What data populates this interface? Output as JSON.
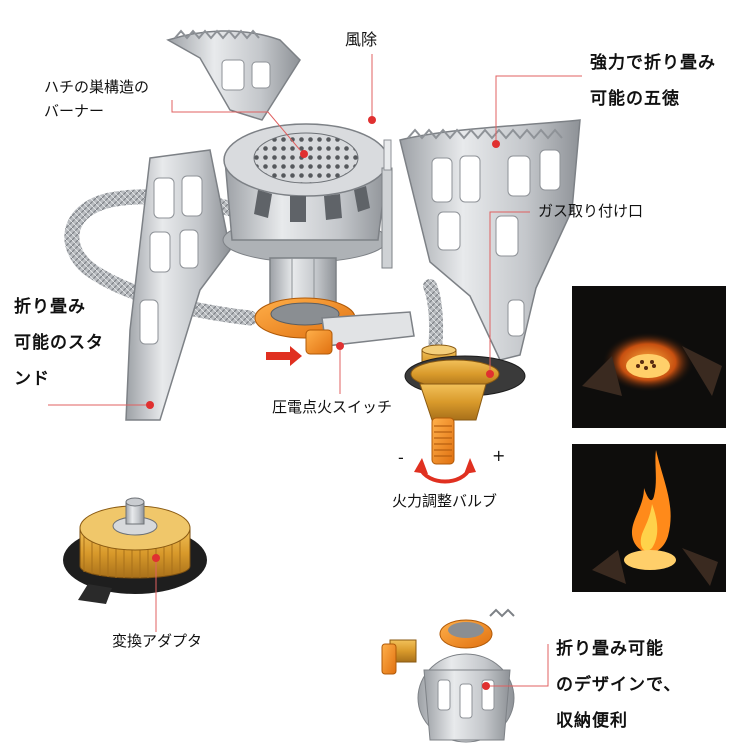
{
  "labels": {
    "windscreen": "風除",
    "honeycomb_burner_line1": "ハチの巣構造の",
    "honeycomb_burner_line2": "バーナー",
    "foldable_pot_support_line1": "強力で折り畳み",
    "foldable_pot_support_line2": "可能の五徳",
    "gas_connector": "ガス取り付け口",
    "foldable_stand_line1": "折り畳み",
    "foldable_stand_line2": "可能のスタ",
    "foldable_stand_line3": "ンド",
    "piezo_igniter": "圧電点火スイッチ",
    "minus_sign": "-",
    "plus_sign": "+",
    "flame_control_valve": "火力調整バルブ",
    "adapter": "変換アダプタ",
    "compact_storage_line1": "折り畳み可能",
    "compact_storage_line2": "のデザインで、",
    "compact_storage_line3": "収納便利"
  },
  "colors": {
    "leader_line": "#e06060",
    "dot": "#e03030",
    "arrow": "#e03020",
    "steel": "#c9ccd0",
    "steel_dark": "#8e9297",
    "brass": "#d99a2b",
    "orange": "#f08a1c",
    "dark_photo": "#0e0d0c",
    "flame": "#ff8a1a"
  }
}
